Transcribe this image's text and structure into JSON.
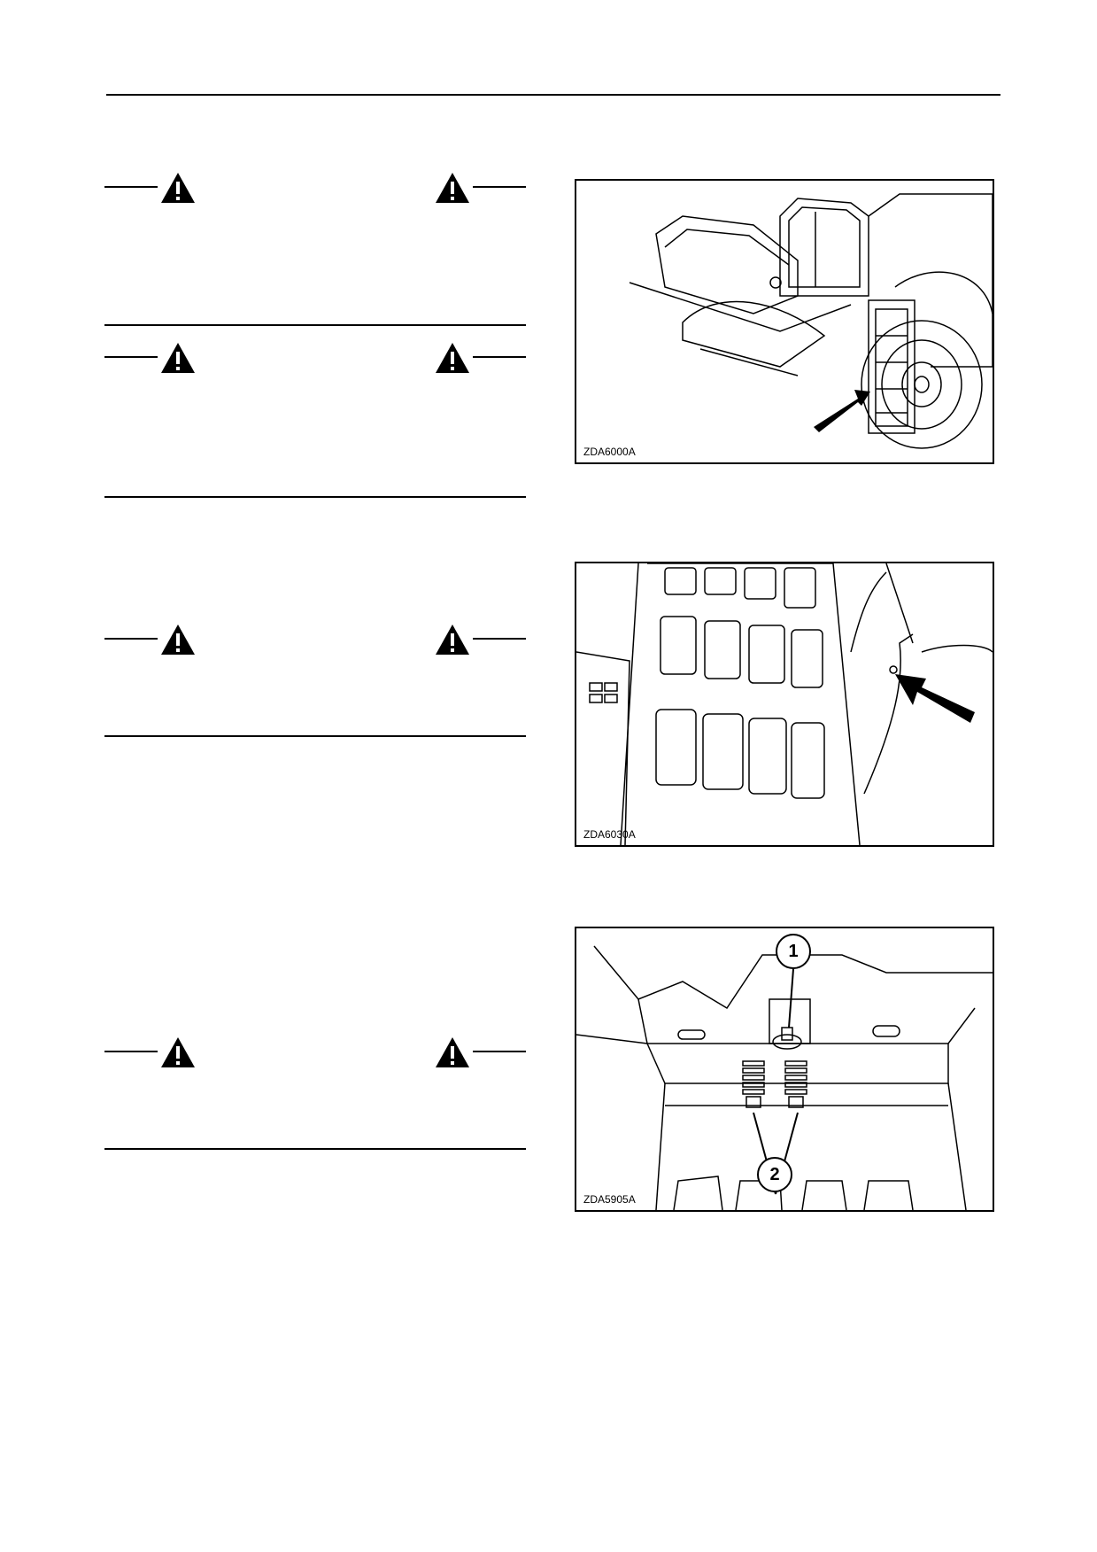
{
  "figures": [
    {
      "code": "ZDA6000A"
    },
    {
      "code": "ZDA6030A"
    },
    {
      "code": "ZDA5905A",
      "callouts": [
        "1",
        "2"
      ]
    }
  ],
  "icons": {
    "warning": "warning-triangle-icon",
    "arrow": "pointer-arrow-icon"
  }
}
